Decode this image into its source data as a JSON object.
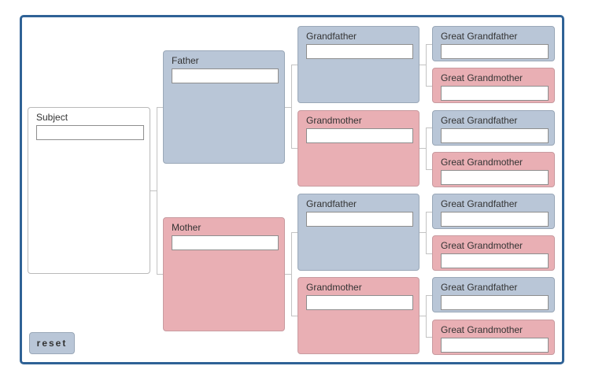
{
  "tree": {
    "subject": {
      "label": "Subject",
      "value": ""
    },
    "father": {
      "label": "Father",
      "value": ""
    },
    "mother": {
      "label": "Mother",
      "value": ""
    },
    "paternal_grandfather": {
      "label": "Grandfather",
      "value": ""
    },
    "paternal_grandmother": {
      "label": "Grandmother",
      "value": ""
    },
    "maternal_grandfather": {
      "label": "Grandfather",
      "value": ""
    },
    "maternal_grandmother": {
      "label": "Grandmother",
      "value": ""
    },
    "ggp": [
      {
        "label": "Great Grandfather",
        "value": ""
      },
      {
        "label": "Great Grandmother",
        "value": ""
      },
      {
        "label": "Great Grandfather",
        "value": ""
      },
      {
        "label": "Great Grandmother",
        "value": ""
      },
      {
        "label": "Great Grandfather",
        "value": ""
      },
      {
        "label": "Great Grandmother",
        "value": ""
      },
      {
        "label": "Great Grandfather",
        "value": ""
      },
      {
        "label": "Great Grandmother",
        "value": ""
      }
    ]
  },
  "controls": {
    "reset_label": "reset"
  },
  "colors": {
    "frame": "#2f6296",
    "male": "#b9c6d7",
    "female": "#e9afb4"
  }
}
